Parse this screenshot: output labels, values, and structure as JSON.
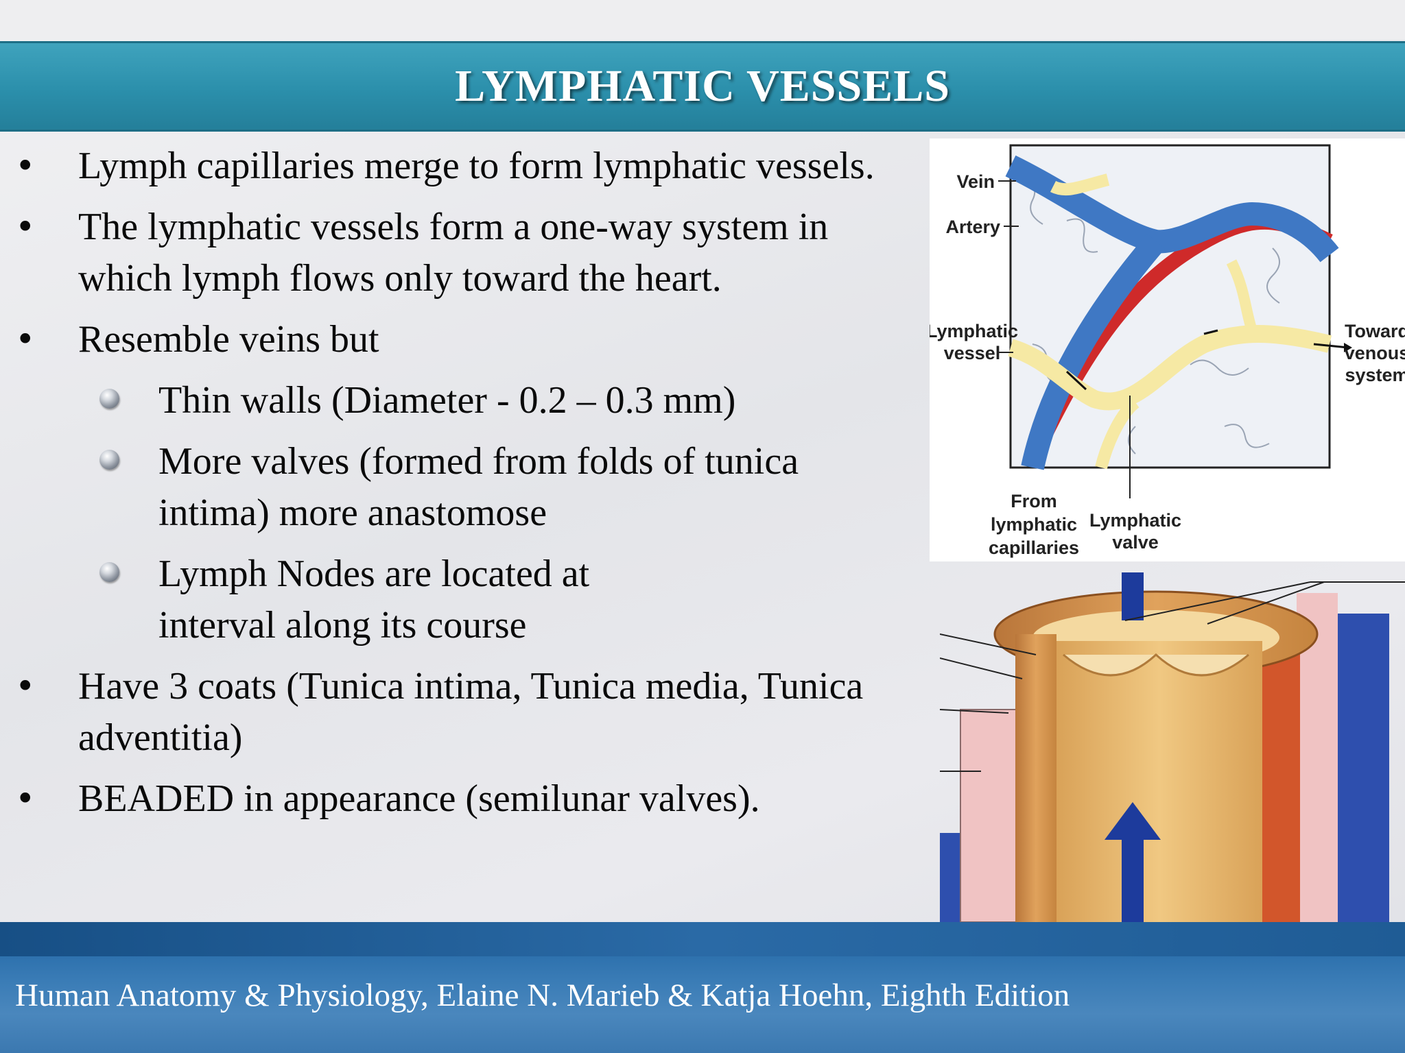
{
  "slide": {
    "title": "LYMPHATIC VESSELS",
    "bullet_symbol": "•",
    "items": [
      {
        "level": 1,
        "text": "Lymph capillaries merge to form lymphatic vessels."
      },
      {
        "level": 1,
        "text": "The lymphatic vessels form a one-way system in which lymph flows only toward the heart."
      },
      {
        "level": 1,
        "text": "Resemble veins  but"
      },
      {
        "level": 2,
        "text": "Thin walls (Diameter - 0.2 – 0.3 mm)"
      },
      {
        "level": 2,
        "text": "More valves (formed from  folds of tunica intima) more anastomose"
      },
      {
        "level": 2,
        "text": "Lymph Nodes are located at interval along its course"
      },
      {
        "level": 1,
        "text": "Have 3 coats (Tunica intima, Tunica media, Tunica adventitia)"
      },
      {
        "level": 1,
        "text": "BEADED in appearance (semilunar valves)."
      }
    ]
  },
  "figure_top": {
    "labels": {
      "vein": "Vein",
      "artery": "Artery",
      "lymphatic_vessel_1": "Lymphatic",
      "lymphatic_vessel_2": "vessel",
      "toward_1": "Toward",
      "toward_2": "venous",
      "toward_3": "system",
      "from_1": "From",
      "from_2": "lymphatic",
      "from_3": "capillaries",
      "valve_1": "Lymphatic",
      "valve_2": "valve"
    }
  },
  "footer": {
    "text": "Human Anatomy & Physiology, Elaine N. Marieb & Katja Hoehn, Eighth Edition"
  },
  "colors": {
    "title_bar": "#2b8fab",
    "footer": "#2a6eab",
    "vein": "#3f78c4",
    "artery": "#cf2a2a",
    "lymph": "#f6e9a4"
  }
}
